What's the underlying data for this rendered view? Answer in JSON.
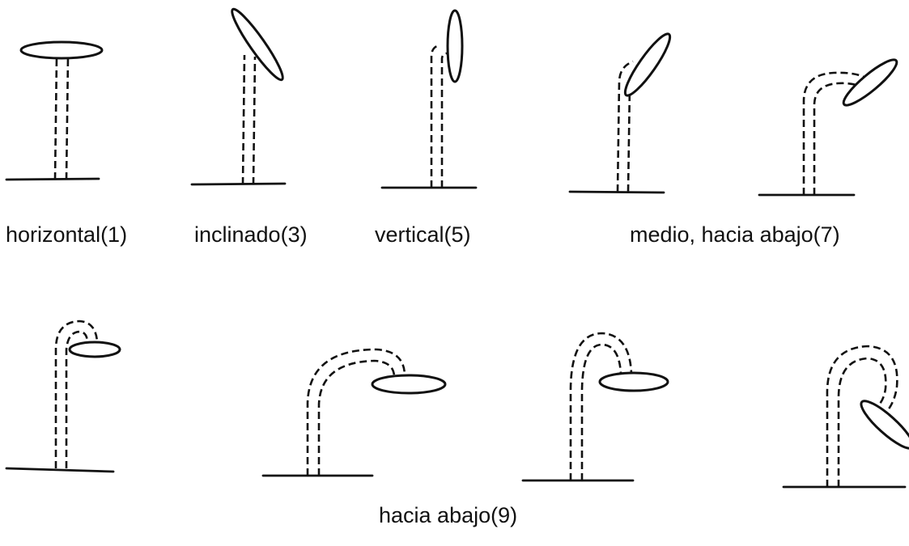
{
  "labels": {
    "horizontal": "horizontal(1)",
    "inclinado": "inclinado(3)",
    "vertical": "vertical(5)",
    "medio": "medio, hacia abajo(7)",
    "hacia_abajo": "hacia abajo(9)"
  },
  "ink_color": "#111111",
  "background_color": "#ffffff"
}
